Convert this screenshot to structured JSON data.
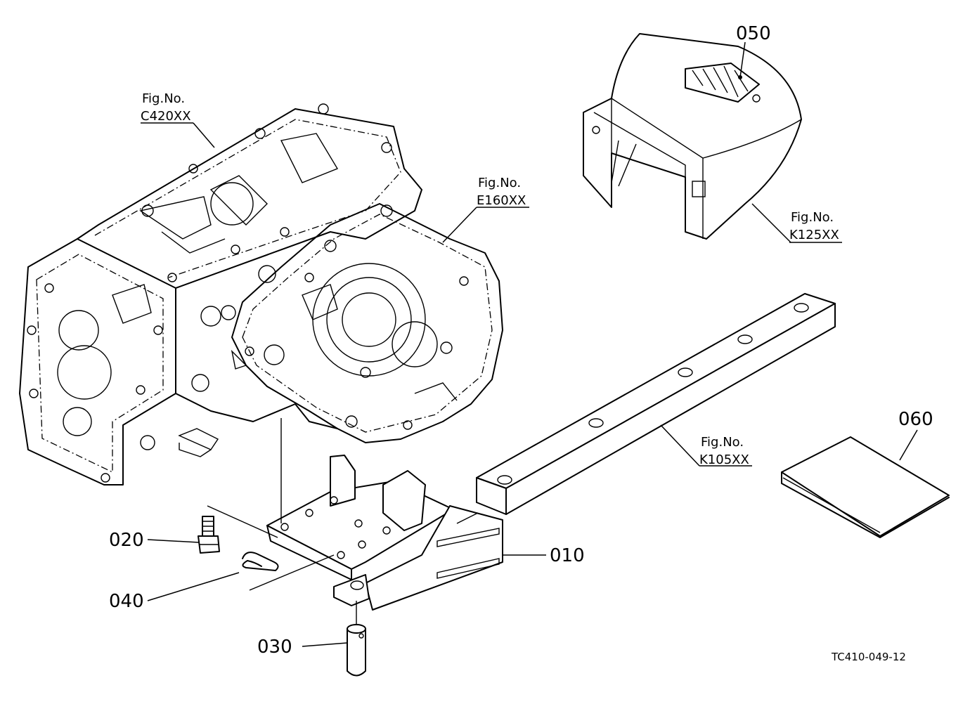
{
  "callouts": {
    "p010": "010",
    "p020": "020",
    "p030": "030",
    "p040": "040",
    "p050": "050",
    "p060": "060"
  },
  "figure_refs": {
    "c420": {
      "prefix": "Fig.No.",
      "code": "C420XX"
    },
    "e160": {
      "prefix": "Fig.No.",
      "code": "E160XX"
    },
    "k125": {
      "prefix": "Fig.No.",
      "code": "K125XX"
    },
    "k105": {
      "prefix": "Fig.No.",
      "code": "K105XX"
    }
  },
  "drawing_code": "TC410-049-12"
}
